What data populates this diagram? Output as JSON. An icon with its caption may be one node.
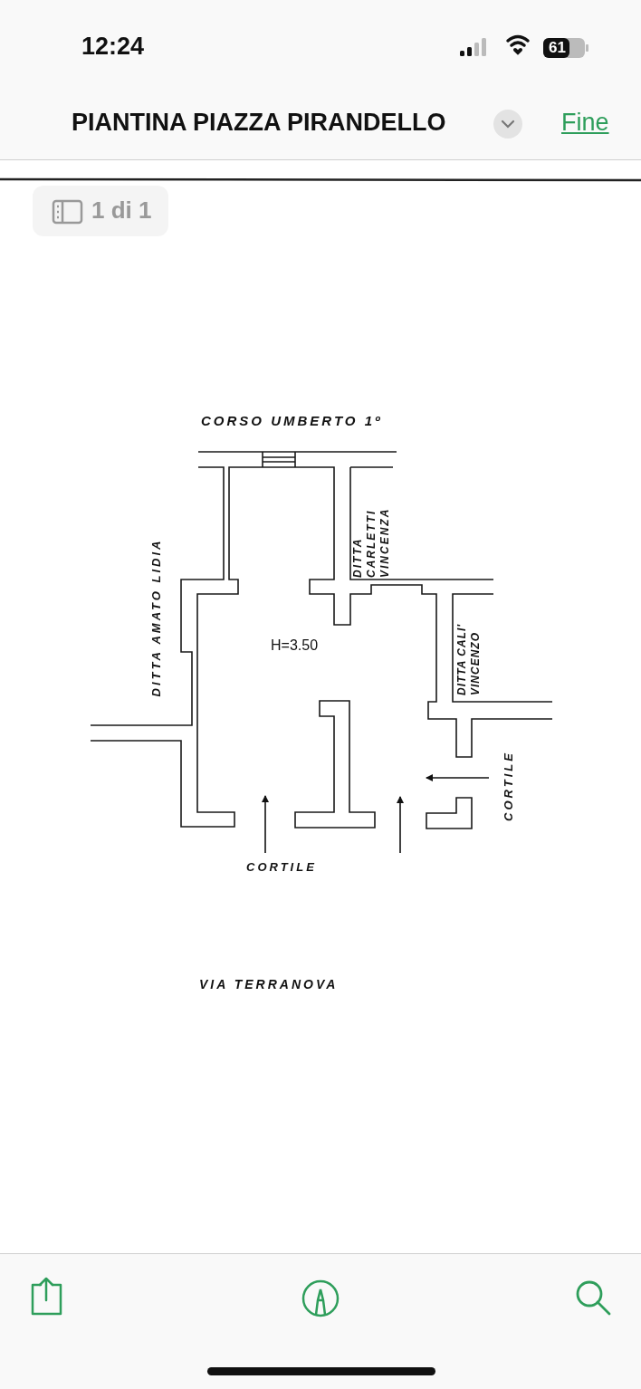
{
  "diagram": {
    "title": "PIANTINA PIAZZA PIRANDELLO",
    "labels": [
      "12:24",
      "61",
      "Fine",
      "1 di 1",
      "CORSO UMBERTO 1º",
      "DITTA AMATO LIDIA",
      "DITTA CARLETTI VINCENZA",
      "H=3.50",
      "DITTA CALI' VINCENZO",
      "CORTILE",
      "CORTILE",
      "VIA TERRANOVA"
    ]
  }
}
